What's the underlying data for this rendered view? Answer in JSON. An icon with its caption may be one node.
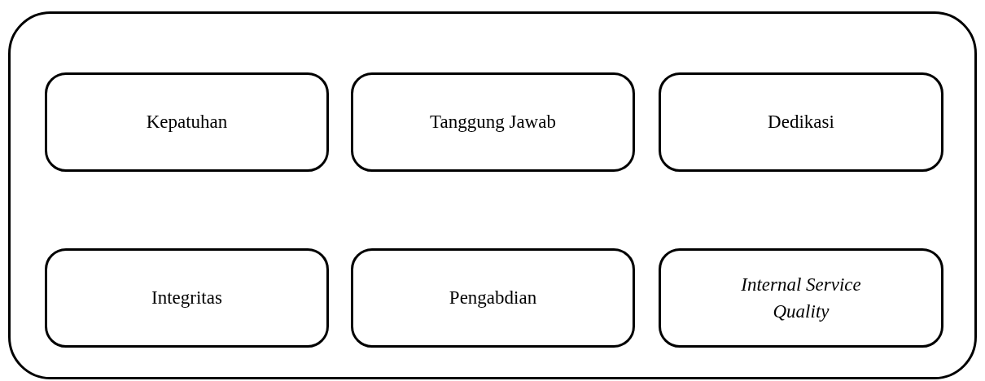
{
  "diagram": {
    "nodes": [
      {
        "text": [],
        "shape": "box"
      },
      {
        "text": [
          "Kepatuhan"
        ],
        "in": 0
      },
      {
        "text": [
          "Tanggung Jawab"
        ],
        "in": 0
      },
      {
        "text": [
          "Dedikasi"
        ],
        "in": 0
      },
      {
        "text": [
          "Integritas"
        ],
        "in": 0
      },
      {
        "text": [
          "Pengabdian"
        ],
        "in": 0
      },
      {
        "text": [
          "Internal Service Quality"
        ],
        "in": 0
      }
    ]
  }
}
